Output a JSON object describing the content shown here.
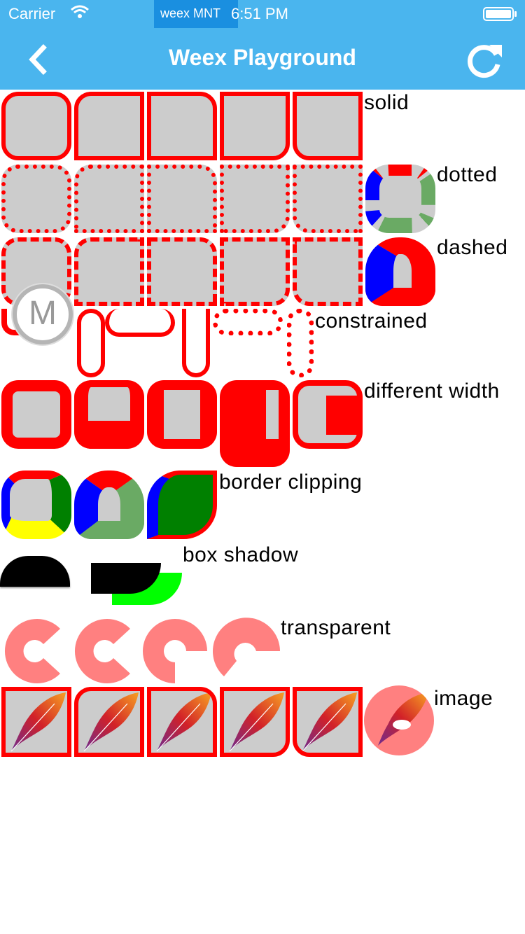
{
  "status_bar": {
    "carrier": "Carrier",
    "app_tag": "weex MNT",
    "time": "6:51 PM"
  },
  "nav": {
    "title": "Weex Playground",
    "back_icon": "chevron-left-icon",
    "refresh_icon": "refresh-icon"
  },
  "labels": {
    "solid": "solid",
    "dotted": "dotted",
    "dashed": "dashed",
    "constrained": "constrained",
    "different_width": "different width",
    "border_clipping": "border clipping",
    "box_shadow": "box shadow",
    "transparent": "transparent",
    "image": "image"
  },
  "floating_button": {
    "letter": "M"
  },
  "colors": {
    "nav_bg": "#4ab5ee",
    "box_fill": "#cccccc",
    "border_red": "#ff0000",
    "transparent_pink": "#ff8080"
  }
}
